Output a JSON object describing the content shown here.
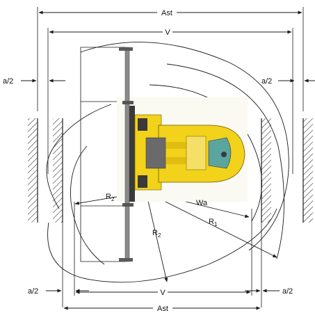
{
  "colors": {
    "line": "#1a1a1a",
    "truck_yellow": "#f2d21a",
    "truck_dark": "#3a3a3a",
    "fork_grey": "#8a8a8a",
    "cab_glass": "#5aa5a0"
  },
  "dimensions": {
    "ast_top": "Ast",
    "v_top": "V",
    "half_aisle_left": "a/2",
    "half_aisle_right": "a/2",
    "r2_left_base": "R",
    "r2_left_sub": "2",
    "wa": "Wa",
    "r1_base": "R",
    "r1_sub": "1",
    "r2_center_base": "R",
    "r2_center_sub": "2",
    "half_aisle_bottom_left": "a/2",
    "v_bottom": "V",
    "half_aisle_bottom_right": "a/2",
    "ast_bottom": "Ast"
  }
}
